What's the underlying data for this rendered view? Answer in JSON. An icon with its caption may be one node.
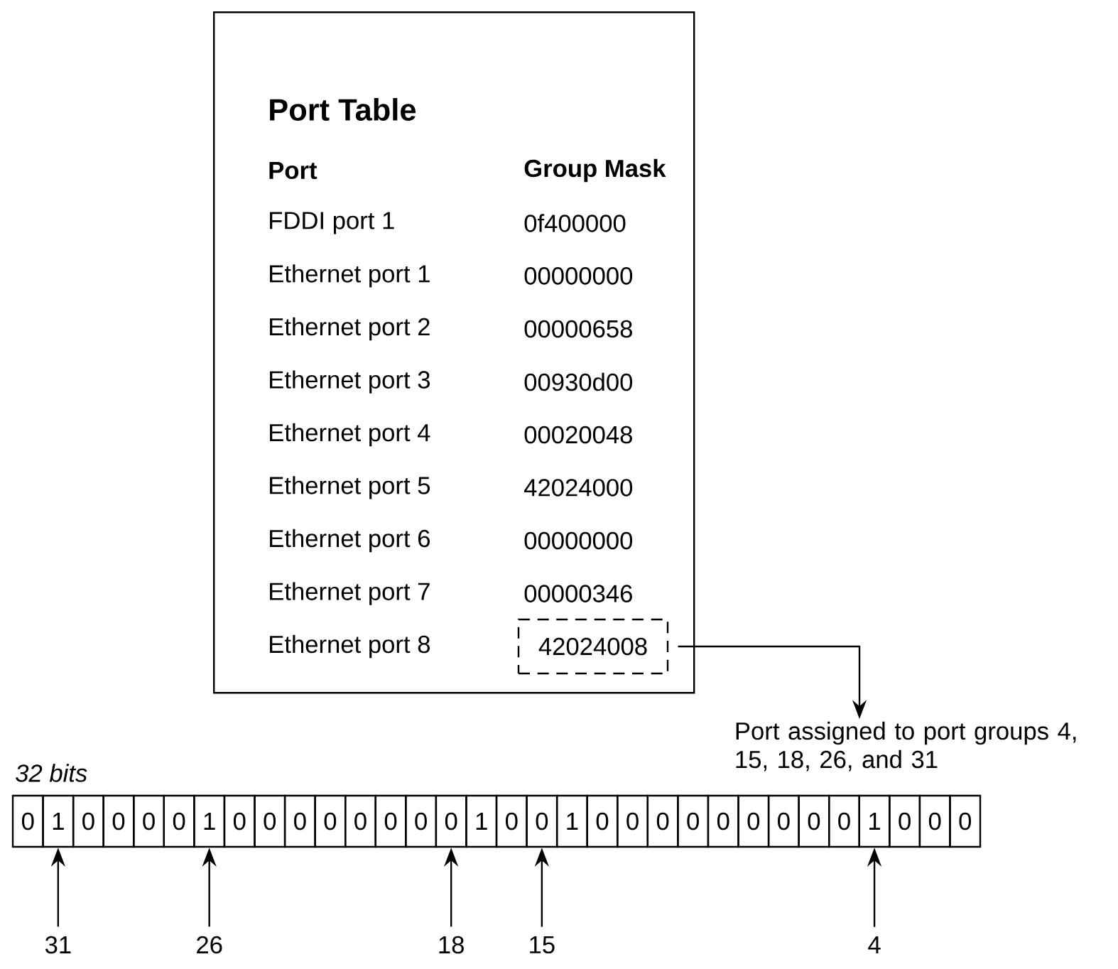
{
  "diagram": {
    "nodes": [
      {
        "text": [
          "Port Table"
        ]
      },
      {
        "text": [
          "42024008"
        ],
        "in": 0
      },
      {
        "text": [
          "Port assigned to port groups 4, 15, 18, 26, and 31"
        ]
      },
      {
        "text": [
          "0"
        ]
      },
      {
        "text": [
          "1"
        ]
      },
      {
        "text": [
          "0"
        ]
      },
      {
        "text": [
          "0"
        ]
      },
      {
        "text": [
          "0"
        ]
      },
      {
        "text": [
          "0"
        ]
      },
      {
        "text": [
          "1"
        ]
      },
      {
        "text": [
          "0"
        ]
      },
      {
        "text": [
          "0"
        ]
      },
      {
        "text": [
          "0"
        ]
      },
      {
        "text": [
          "0"
        ]
      },
      {
        "text": [
          "0"
        ]
      },
      {
        "text": [
          "0"
        ]
      },
      {
        "text": [
          "0"
        ]
      },
      {
        "text": [
          "0"
        ]
      },
      {
        "text": [
          "1"
        ]
      },
      {
        "text": [
          "0"
        ]
      },
      {
        "text": [
          "0"
        ]
      },
      {
        "text": [
          "1"
        ]
      },
      {
        "text": [
          "0"
        ]
      },
      {
        "text": [
          "0"
        ]
      },
      {
        "text": [
          "0"
        ]
      },
      {
        "text": [
          "0"
        ]
      },
      {
        "text": [
          "0"
        ]
      },
      {
        "text": [
          "0"
        ]
      },
      {
        "text": [
          "0"
        ]
      },
      {
        "text": [
          "0"
        ]
      },
      {
        "text": [
          "0"
        ]
      },
      {
        "text": [
          "1"
        ]
      },
      {
        "text": [
          "0"
        ]
      },
      {
        "text": [
          "0"
        ]
      },
      {
        "text": [
          "0"
        ]
      },
      {
        "text": [
          "31"
        ]
      },
      {
        "text": [
          "26"
        ]
      },
      {
        "text": [
          "18"
        ]
      },
      {
        "text": [
          "15"
        ]
      },
      {
        "text": [
          "4"
        ]
      }
    ],
    "edges": [
      {
        "from": 1,
        "to": 2,
        "arrow": "to"
      },
      {
        "from": 35,
        "to": 4,
        "arrow": "to"
      },
      {
        "from": 36,
        "to": 9,
        "arrow": "to"
      },
      {
        "from": 37,
        "to": 17,
        "arrow": "to"
      },
      {
        "from": 38,
        "to": 20,
        "arrow": "to"
      },
      {
        "from": 39,
        "to": 31,
        "arrow": "to"
      }
    ],
    "labels": [
      "Port",
      "Group Mask",
      "FDDI port 1",
      "0f400000",
      "Ethernet port 1",
      "00000000",
      "Ethernet port 2",
      "00000658",
      "Ethernet port 3",
      "00930d00",
      "Ethernet port 4",
      "00020048",
      "Ethernet port 5",
      "42024000",
      "Ethernet port 6",
      "00000000",
      "Ethernet port 7",
      "00000346",
      "Ethernet port 8",
      "32 bits"
    ]
  }
}
